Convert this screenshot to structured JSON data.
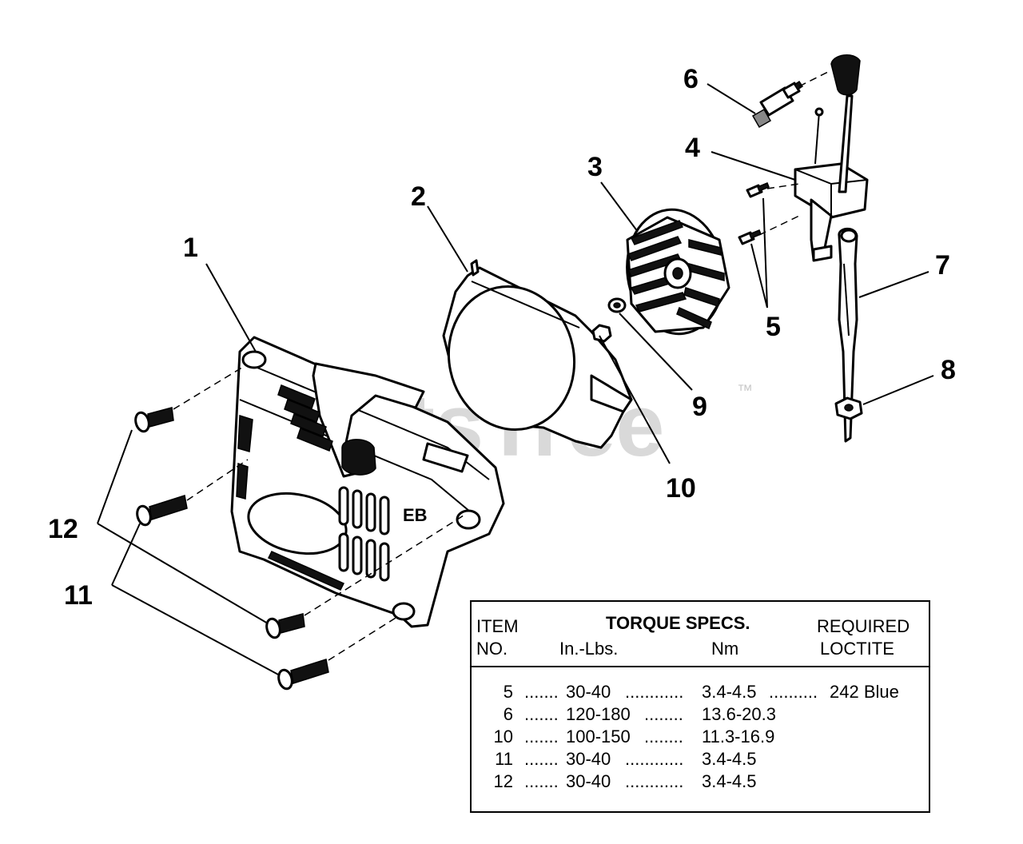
{
  "watermark": {
    "text": "PartsTree",
    "tm": "™"
  },
  "callouts": [
    {
      "id": "1",
      "label": "1"
    },
    {
      "id": "2",
      "label": "2"
    },
    {
      "id": "3",
      "label": "3"
    },
    {
      "id": "4",
      "label": "4"
    },
    {
      "id": "5",
      "label": "5"
    },
    {
      "id": "6",
      "label": "6"
    },
    {
      "id": "7",
      "label": "7"
    },
    {
      "id": "8",
      "label": "8"
    },
    {
      "id": "9",
      "label": "9"
    },
    {
      "id": "10",
      "label": "10"
    },
    {
      "id": "11",
      "label": "11"
    },
    {
      "id": "12",
      "label": "12"
    }
  ],
  "torque_table": {
    "header": {
      "item_top": "ITEM",
      "item_bottom": "NO.",
      "torque_title": "TORQUE SPECS.",
      "in_lbs": "In.-Lbs.",
      "nm": "Nm",
      "loctite_top": "REQUIRED",
      "loctite_bottom": "LOCTITE"
    },
    "rows": [
      {
        "item": "5",
        "lead1": ".......",
        "in_lbs": "30-40",
        "lead2": "............",
        "nm": "3.4-4.5",
        "lead3": "..........",
        "loctite": "242 Blue"
      },
      {
        "item": "6",
        "lead1": ".......",
        "in_lbs": "120-180",
        "lead2": "........",
        "nm": "13.6-20.3",
        "lead3": "",
        "loctite": ""
      },
      {
        "item": "10",
        "lead1": ".......",
        "in_lbs": "100-150",
        "lead2": "........",
        "nm": "11.3-16.9",
        "lead3": "",
        "loctite": ""
      },
      {
        "item": "11",
        "lead1": ".......",
        "in_lbs": "30-40",
        "lead2": "............",
        "nm": "3.4-4.5",
        "lead3": "",
        "loctite": ""
      },
      {
        "item": "12",
        "lead1": ".......",
        "in_lbs": "30-40",
        "lead2": "............",
        "nm": "3.4-4.5",
        "lead3": "",
        "loctite": ""
      }
    ]
  }
}
